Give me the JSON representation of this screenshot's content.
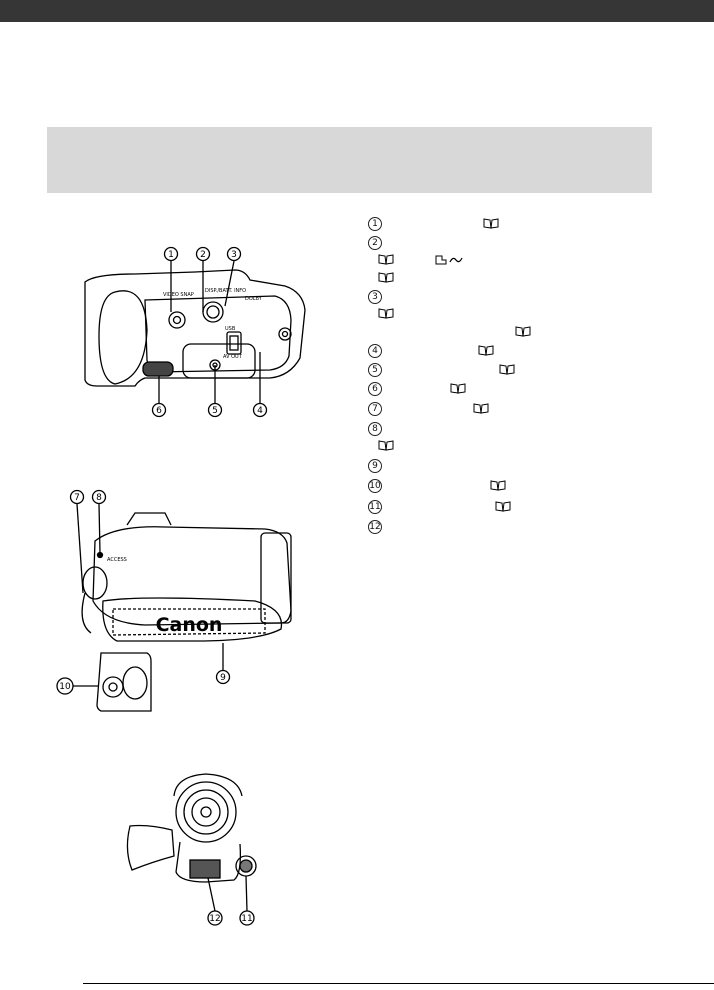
{
  "figure1": {
    "usb_label": "USB",
    "av_out_label": "AV OUT",
    "dolby_label": "DOLBY",
    "video_snap_label": "VIDEO SNAP",
    "disp_batt_label": "DISP./BATT. INFO",
    "callouts": [
      "1",
      "2",
      "3",
      "4",
      "5",
      "6"
    ]
  },
  "figure2": {
    "brand": "Canon",
    "access_label": "ACCESS",
    "callouts": [
      "7",
      "8",
      "9",
      "10"
    ]
  },
  "figure3": {
    "callouts": [
      "12",
      "11"
    ]
  },
  "legend": {
    "items": [
      "1",
      "2",
      "3",
      "4",
      "5",
      "6",
      "7",
      "8",
      "9",
      "10",
      "11",
      "12"
    ]
  },
  "icons": {
    "book": "book-icon",
    "print_share": "print-share-icon"
  },
  "colors": {
    "top_bar": "#363636",
    "banner": "#d8d8d8"
  }
}
